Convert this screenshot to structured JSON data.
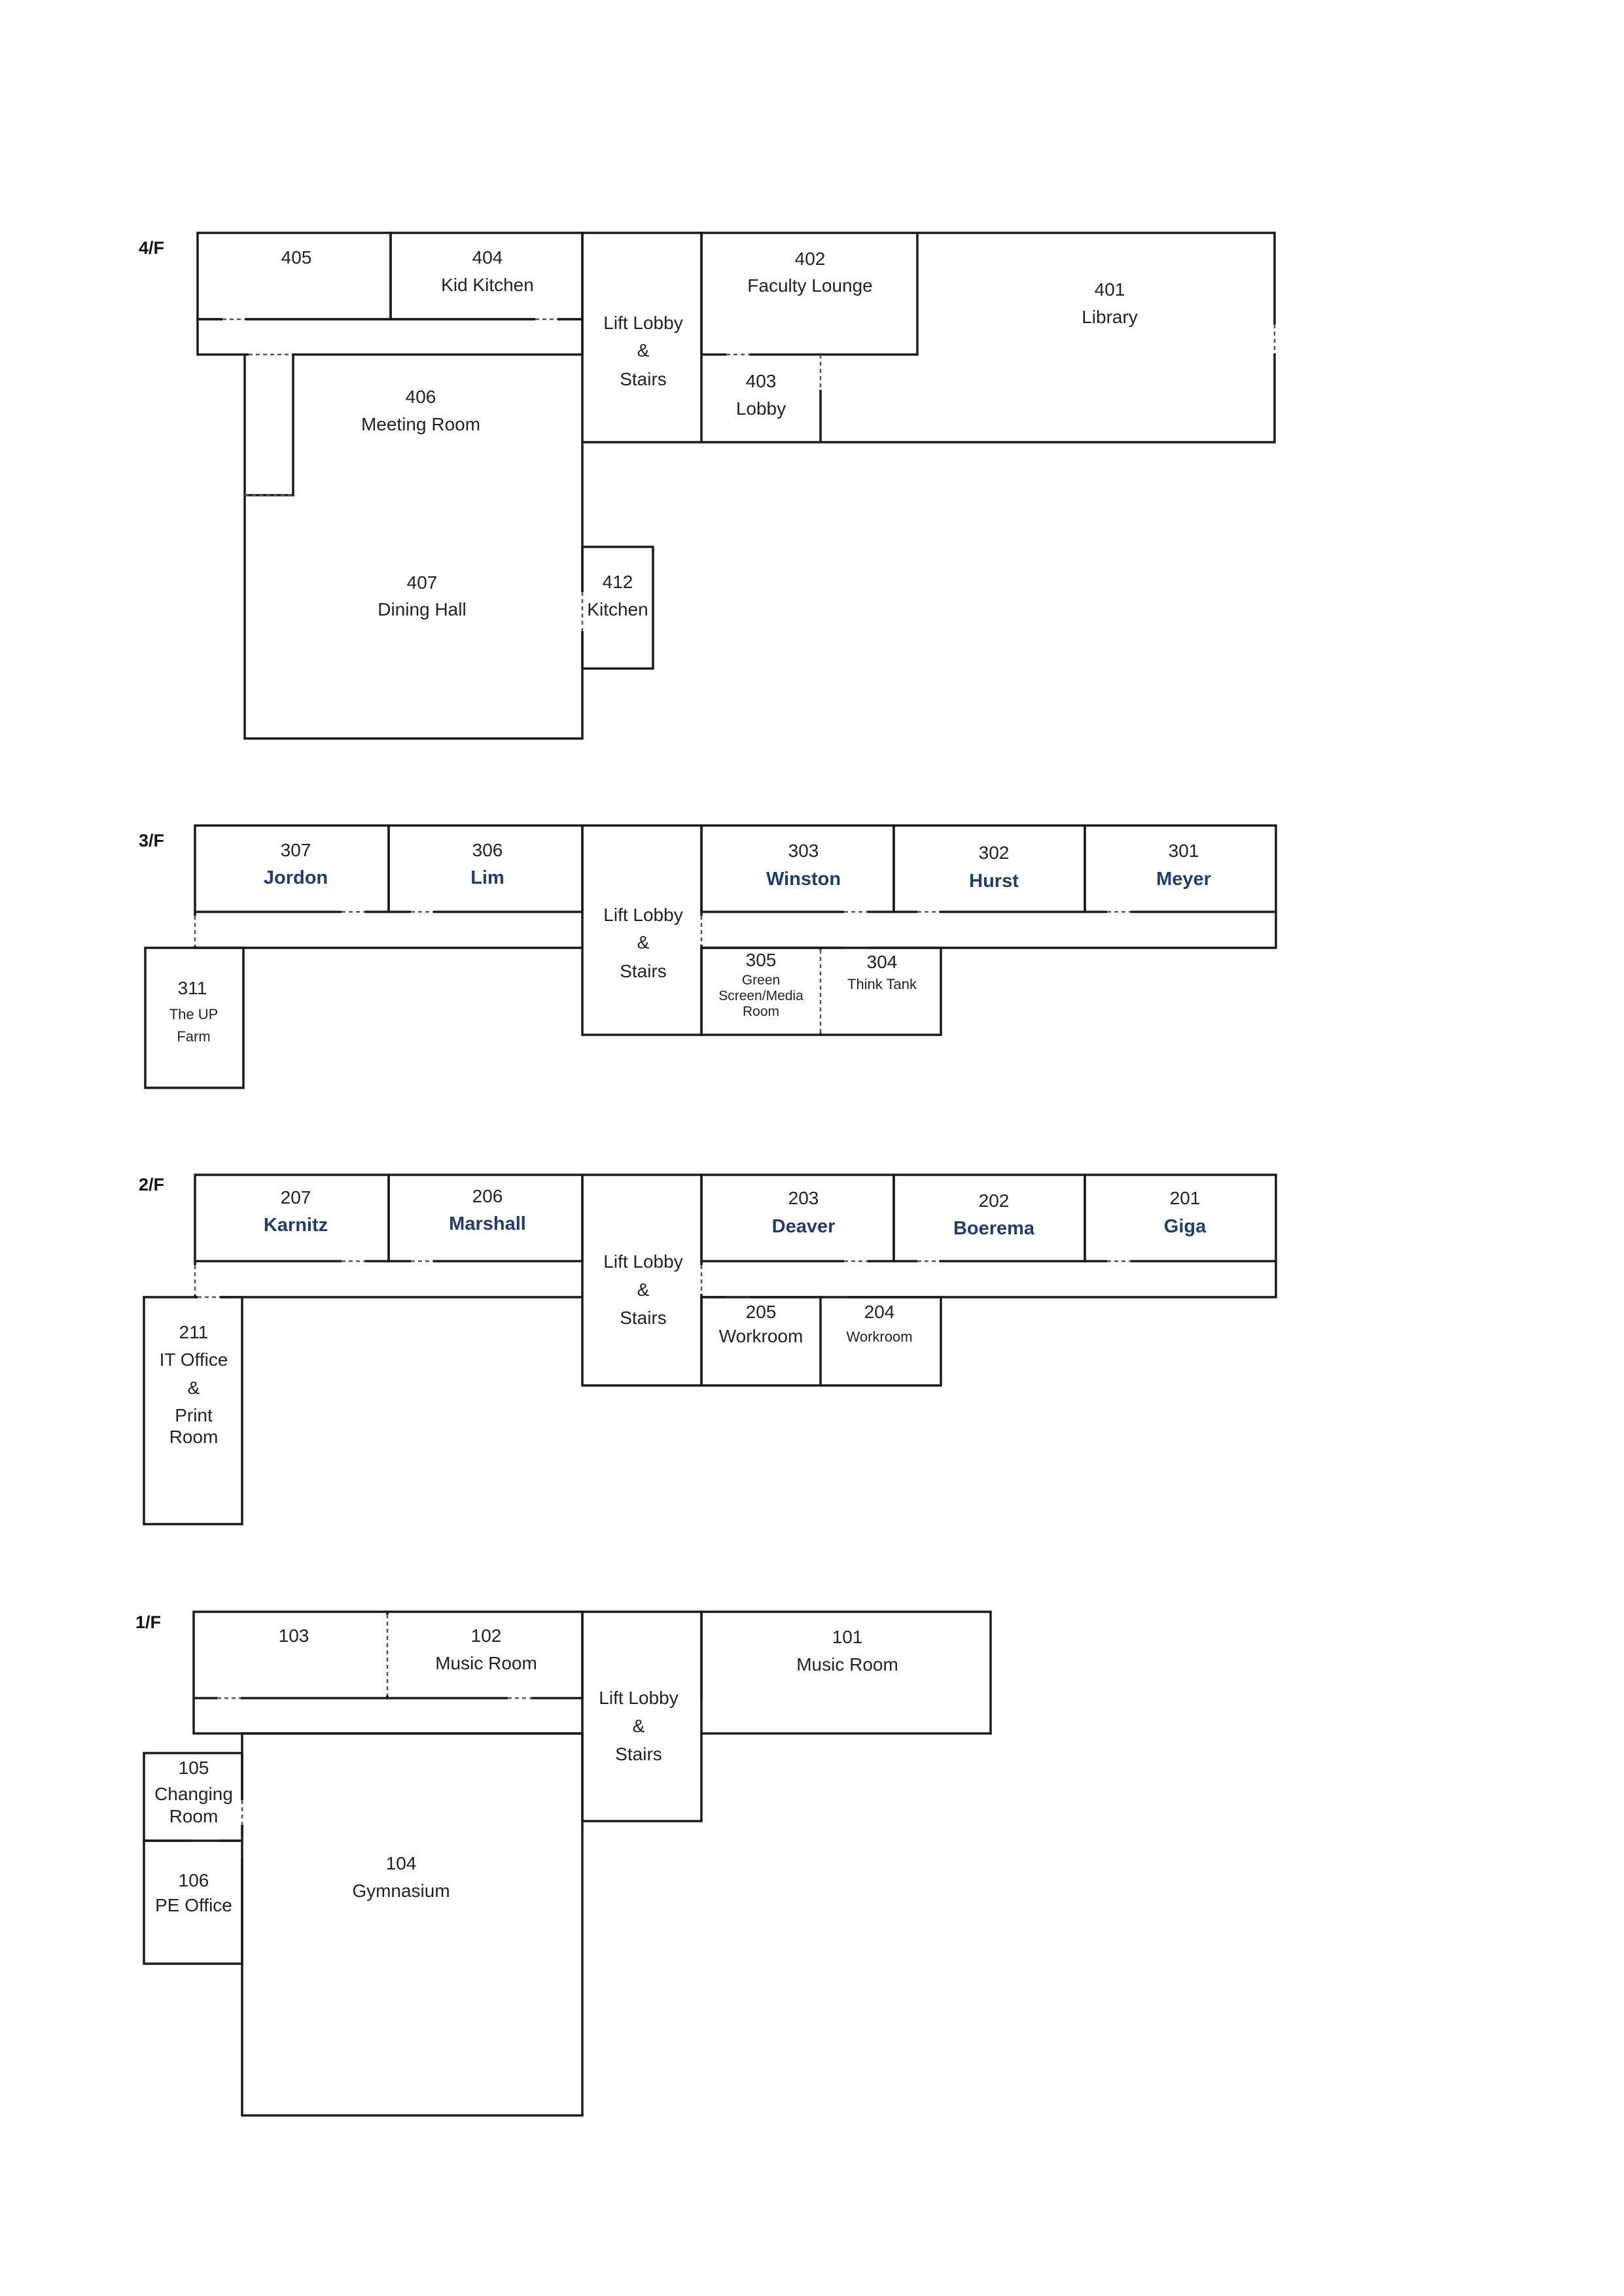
{
  "title": "",
  "colors": {
    "line": "#1a1a1a",
    "teacher_text": "#1f3e6b"
  },
  "floors": {
    "f4": {
      "label": "4/F",
      "rooms": {
        "r405": {
          "number": "405"
        },
        "r404": {
          "number": "404",
          "name": "Kid Kitchen"
        },
        "lift": {
          "line1": "Lift Lobby",
          "line2": "&",
          "line3": "Stairs"
        },
        "r402": {
          "number": "402",
          "name": "Faculty Lounge"
        },
        "r401": {
          "number": "401",
          "name": "Library"
        },
        "r403": {
          "number": "403",
          "name": "Lobby"
        },
        "r406": {
          "number": "406",
          "name": "Meeting Room"
        },
        "r407": {
          "number": "407",
          "name": "Dining Hall"
        },
        "r412": {
          "number": "412",
          "name": "Kitchen"
        }
      }
    },
    "f3": {
      "label": "3/F",
      "rooms": {
        "r307": {
          "number": "307",
          "teacher": "Jordon"
        },
        "r306": {
          "number": "306",
          "teacher": "Lim"
        },
        "lift": {
          "line1": "Lift Lobby",
          "line2": "&",
          "line3": "Stairs"
        },
        "r303": {
          "number": "303",
          "teacher": "Winston"
        },
        "r302": {
          "number": "302",
          "teacher": "Hurst"
        },
        "r301": {
          "number": "301",
          "teacher": "Meyer"
        },
        "r305": {
          "number": "305",
          "line1": "Green",
          "line2": "Screen/Media",
          "line3": "Room"
        },
        "r304": {
          "number": "304",
          "name": "Think Tank"
        },
        "r311": {
          "number": "311",
          "line1": "The UP",
          "line2": "Farm"
        }
      }
    },
    "f2": {
      "label": "2/F",
      "rooms": {
        "r207": {
          "number": "207",
          "teacher": "Karnitz"
        },
        "r206": {
          "number": "206",
          "teacher": "Marshall"
        },
        "lift": {
          "line1": "Lift Lobby",
          "line2": "&",
          "line3": "Stairs"
        },
        "r203": {
          "number": "203",
          "teacher": "Deaver"
        },
        "r202": {
          "number": "202",
          "teacher": "Boerema"
        },
        "r201": {
          "number": "201",
          "teacher": "Giga"
        },
        "r205": {
          "number": "205",
          "name": "Workroom"
        },
        "r204": {
          "number": "204",
          "name": "Workroom"
        },
        "r211": {
          "number": "211",
          "line1": "IT Office",
          "line2": "&",
          "line3": "Print",
          "line4": "Room"
        }
      }
    },
    "f1": {
      "label": "1/F",
      "rooms": {
        "r103": {
          "number": "103"
        },
        "r102": {
          "number": "102",
          "name": "Music Room"
        },
        "lift": {
          "line1": "Lift Lobby",
          "line2": "&",
          "line3": "Stairs"
        },
        "r101": {
          "number": "101",
          "name": "Music Room"
        },
        "r105": {
          "number": "105",
          "line1": "Changing",
          "line2": "Room"
        },
        "r106": {
          "number": "106",
          "name": "PE Office"
        },
        "r104": {
          "number": "104",
          "name": "Gymnasium"
        }
      }
    }
  }
}
